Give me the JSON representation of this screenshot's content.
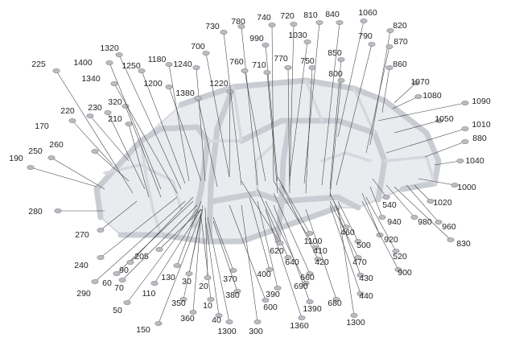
{
  "diagram": {
    "callouts": [
      "1060",
      "820",
      "870",
      "860",
      "1070",
      "1080",
      "1090",
      "1050",
      "1010",
      "880",
      "1040",
      "1000",
      "1020",
      "960",
      "830",
      "980",
      "940",
      "920",
      "540",
      "900",
      "520",
      "500",
      "460",
      "470",
      "430",
      "440",
      "1300",
      "680",
      "1390",
      "1360",
      "300",
      "600",
      "690",
      "390",
      "400",
      "660",
      "420",
      "410",
      "1100",
      "640",
      "620",
      "370",
      "380",
      "1300",
      "40",
      "10",
      "360",
      "350",
      "20",
      "30",
      "130",
      "150",
      "110",
      "70",
      "50",
      "60",
      "90",
      "205",
      "240",
      "290",
      "270",
      "280",
      "190",
      "250",
      "170",
      "260",
      "220",
      "230",
      "210",
      "320",
      "225",
      "1400",
      "1340",
      "1320",
      "1250",
      "1200",
      "1180",
      "1240",
      "1220",
      "1380",
      "700",
      "730",
      "780",
      "740",
      "720",
      "810",
      "840",
      "990",
      "1030",
      "790",
      "760",
      "710",
      "770",
      "750",
      "850",
      "800"
    ]
  }
}
